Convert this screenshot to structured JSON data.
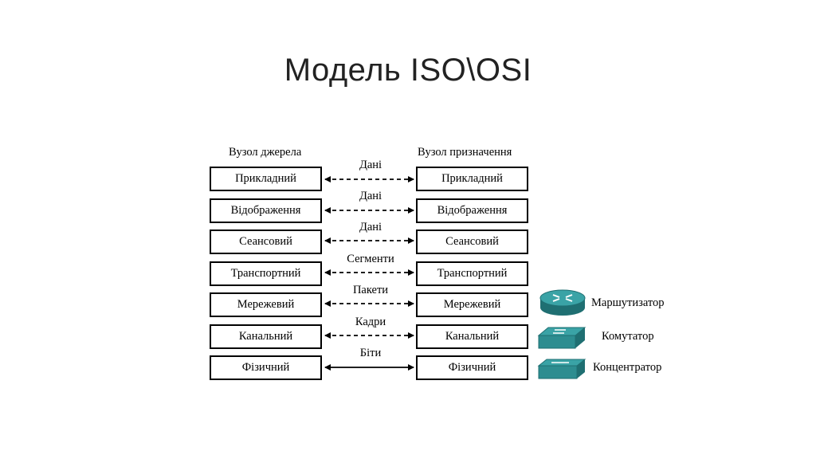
{
  "title": "Модель ISO\\OSI",
  "source_node": {
    "label": "Вузол джерела",
    "layers": [
      "Прикладний",
      "Відображення",
      "Сеансовий",
      "Транспортний",
      "Мережевий",
      "Канальний",
      "Фізичний"
    ]
  },
  "destination_node": {
    "label": "Вузол призначення",
    "layers": [
      "Прикладний",
      "Відображення",
      "Сеансовий",
      "Транспортний",
      "Мережевий",
      "Канальний",
      "Фізичний"
    ]
  },
  "links": [
    {
      "label": "Дані",
      "style": "dashed"
    },
    {
      "label": "Дані",
      "style": "dashed"
    },
    {
      "label": "Дані",
      "style": "dashed"
    },
    {
      "label": "Сегменти",
      "style": "dashed"
    },
    {
      "label": "Пакети",
      "style": "dashed"
    },
    {
      "label": "Кадри",
      "style": "dashed"
    },
    {
      "label": "Біти",
      "style": "solid"
    }
  ],
  "devices": [
    {
      "label": "Маршутизатор",
      "icon": "router-icon"
    },
    {
      "label": "Комутатор",
      "icon": "switch-icon"
    },
    {
      "label": "Концентратор",
      "icon": "hub-icon"
    }
  ],
  "colors": {
    "device_fill": "#3aa3a6",
    "device_dark": "#1f6f72"
  }
}
